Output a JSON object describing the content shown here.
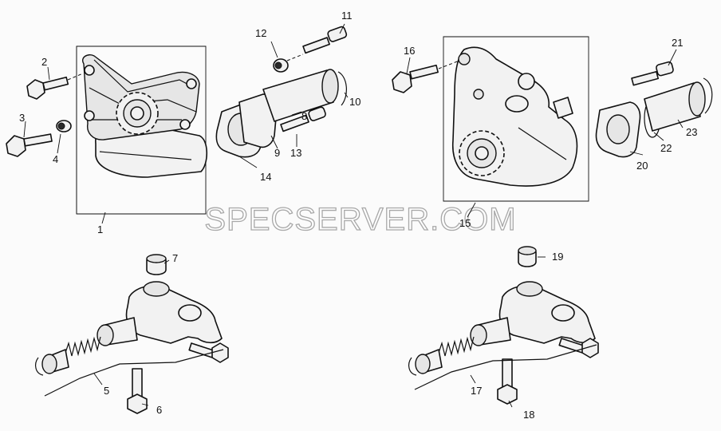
{
  "watermark": "SPECSERVER.COM",
  "callouts": {
    "c1": "1",
    "c2": "2",
    "c3": "3",
    "c4": "4",
    "c5": "5",
    "c6": "6",
    "c7": "7",
    "c8": "8",
    "c9": "9",
    "c10": "10",
    "c11": "11",
    "c12": "12",
    "c13": "13",
    "c14": "14",
    "c15": "15",
    "c16": "16",
    "c17": "17",
    "c18": "18",
    "c19": "19",
    "c20": "20",
    "c21": "21",
    "c22": "22",
    "c23": "23"
  }
}
